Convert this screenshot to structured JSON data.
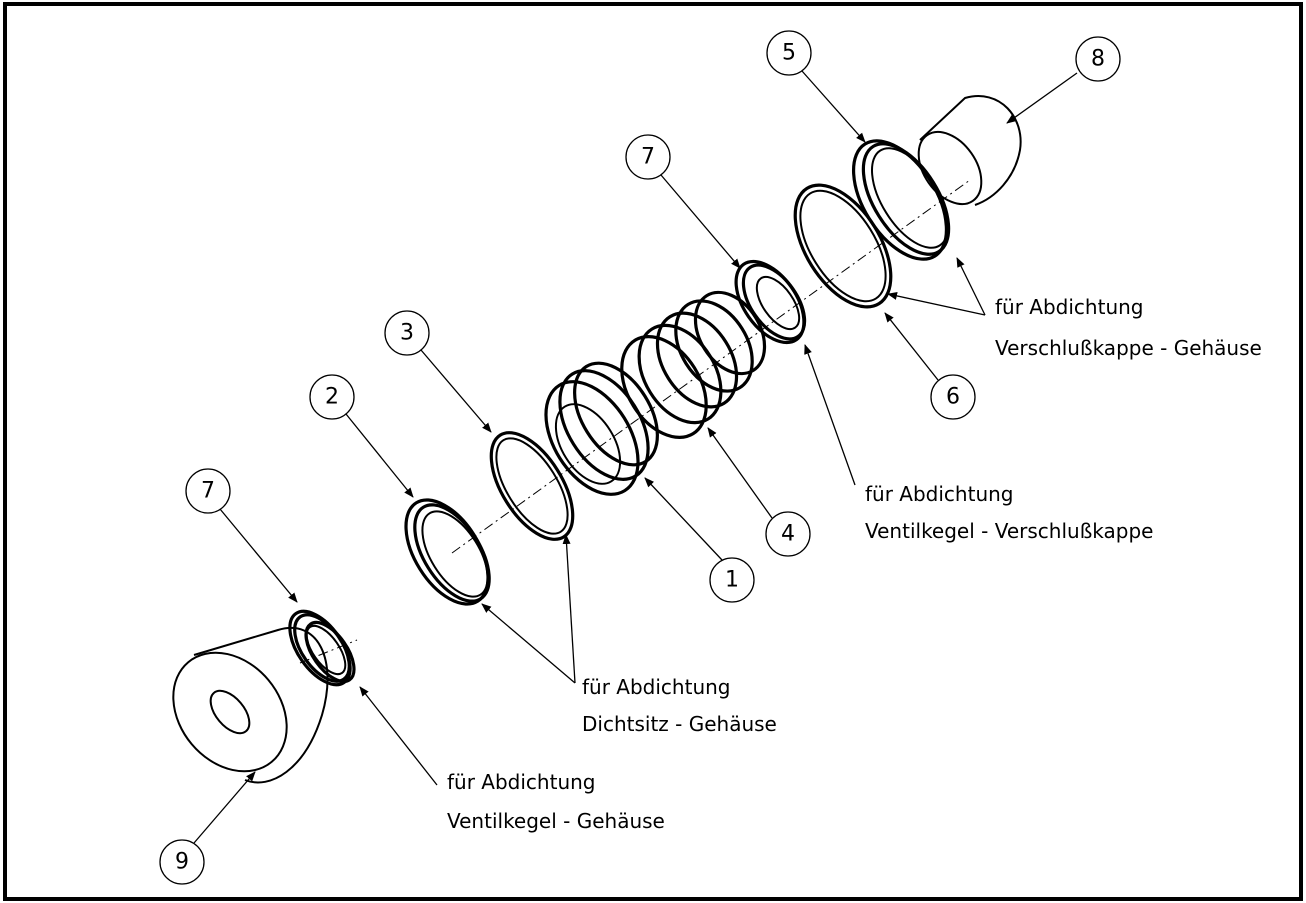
{
  "balloons": [
    {
      "id": "b1",
      "label": "1"
    },
    {
      "id": "b2",
      "label": "2"
    },
    {
      "id": "b3",
      "label": "3"
    },
    {
      "id": "b4",
      "label": "4"
    },
    {
      "id": "b5",
      "label": "5"
    },
    {
      "id": "b6",
      "label": "6"
    },
    {
      "id": "b7a",
      "label": "7"
    },
    {
      "id": "b7b",
      "label": "7"
    },
    {
      "id": "b8",
      "label": "8"
    },
    {
      "id": "b9",
      "label": "9"
    }
  ],
  "callouts": {
    "cap_housing": {
      "line1": "für Abdichtung",
      "line2": "Verschlußkappe - Gehäuse"
    },
    "cone_cap": {
      "line1": "für Abdichtung",
      "line2": "Ventilkegel - Verschlußkappe"
    },
    "seat_housing": {
      "line1": "für Abdichtung",
      "line2": "Dichtsitz - Gehäuse"
    },
    "cone_housing": {
      "line1": "für Abdichtung",
      "line2": "Ventilkegel - Gehäuse"
    }
  }
}
